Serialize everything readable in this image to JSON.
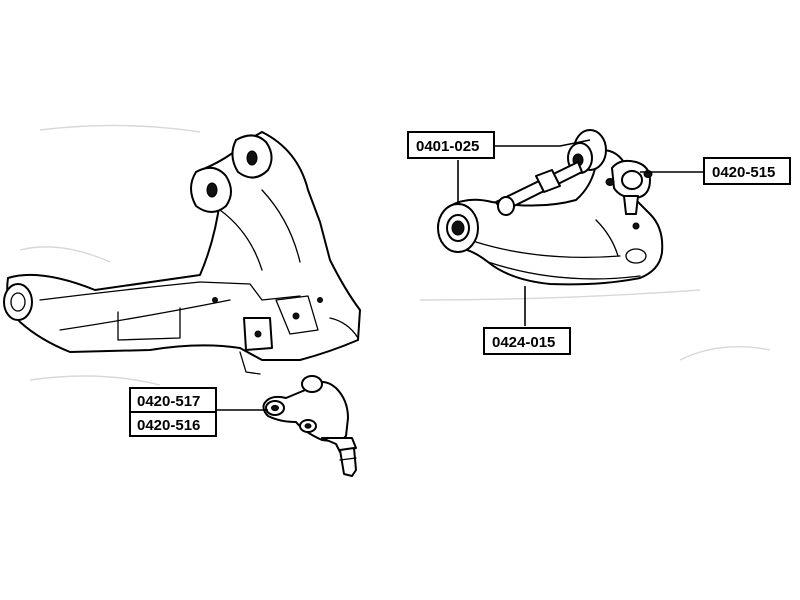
{
  "labels": {
    "upper_arm_bushing": "0401-025",
    "upper_ball_joint": "0420-515",
    "upper_control_arm": "0424-015",
    "lower_ball_joint_a": "0420-517",
    "lower_ball_joint_b": "0420-516"
  }
}
